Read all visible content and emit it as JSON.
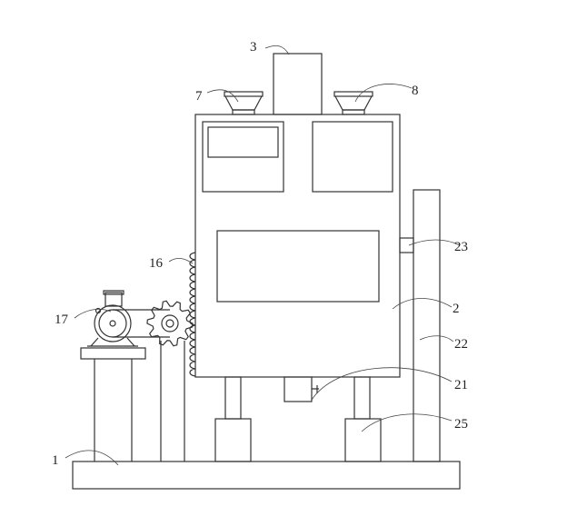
{
  "labels": {
    "l1": "1",
    "l2": "2",
    "l3": "3",
    "l7": "7",
    "l8": "8",
    "l16": "16",
    "l17": "17",
    "l21": "21",
    "l22": "22",
    "l23": "23",
    "l25": "25"
  }
}
